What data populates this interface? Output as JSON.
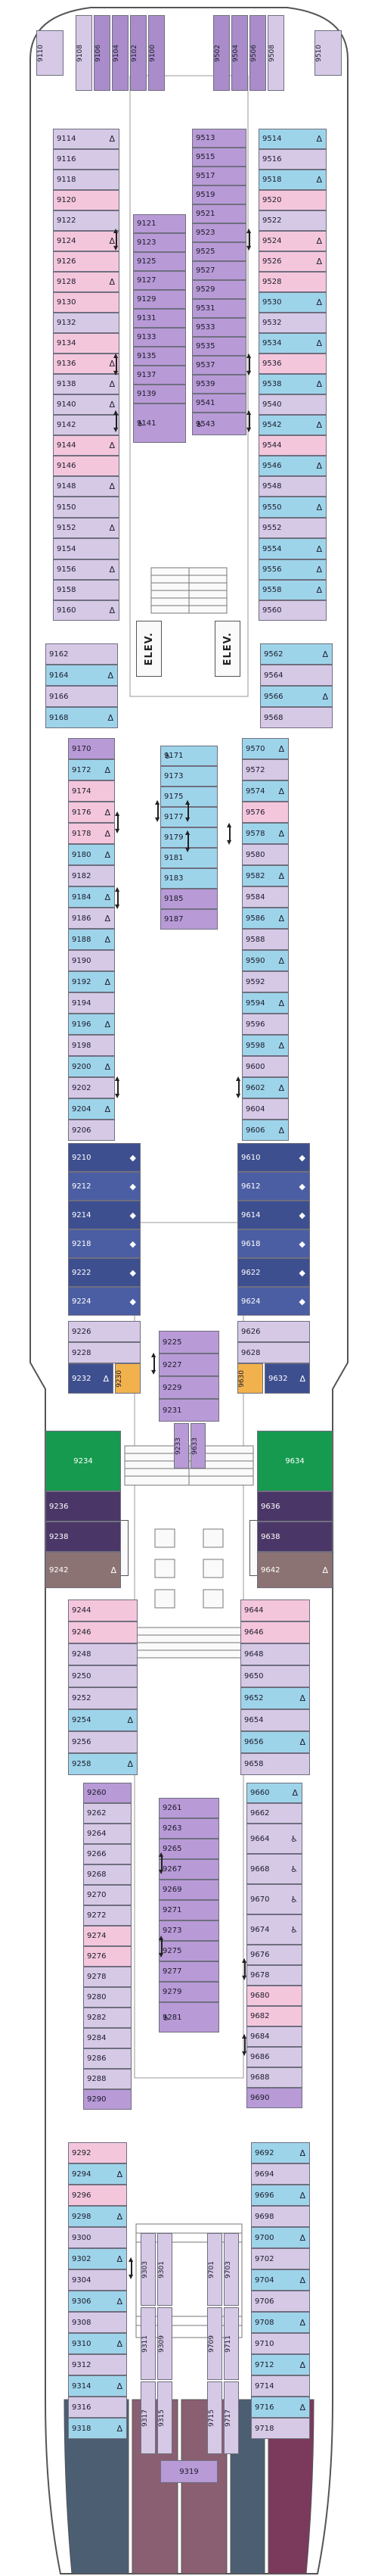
{
  "map_title": "",
  "legend": [],
  "colors": {
    "deck_bg": "#ffffff",
    "hull_outline": "#555555",
    "corridor": "#ffffff",
    "pink": "#f4c6dc",
    "lavender": "#d6c9e6",
    "purple": "#b89ad6",
    "mauve": "#a98cc9",
    "blue": "#9ed4ea",
    "light_blue": "#bfe1f1",
    "suite_navy": "#3e4f8f",
    "suite_royal": "#4c5ea3",
    "suite_plum": "#4b3767",
    "suite_taupe": "#8c7373",
    "suite_green": "#169a4f",
    "orange": "#f1b24e",
    "aft_slate": "#4b5e72",
    "aft_rose": "#8a5f72",
    "aft_wine": "#7b3a5b"
  },
  "icons": {
    "accessible": "♿",
    "cabin_type_mark": "Δ",
    "suite_mark": "◆",
    "connecting": "connecting-arrow-icon",
    "elevator": "ELEV."
  },
  "labels": {
    "elevator": "ELEV."
  },
  "cabins": [
    {
      "n": "9110"
    },
    {
      "n": "9108"
    },
    {
      "n": "9106"
    },
    {
      "n": "9104"
    },
    {
      "n": "9102"
    },
    {
      "n": "9100"
    },
    {
      "n": "9502"
    },
    {
      "n": "9504"
    },
    {
      "n": "9506"
    },
    {
      "n": "9508"
    },
    {
      "n": "9510"
    },
    {
      "n": "9114"
    },
    {
      "n": "9116"
    },
    {
      "n": "9118"
    },
    {
      "n": "9120"
    },
    {
      "n": "9122"
    },
    {
      "n": "9124"
    },
    {
      "n": "9126"
    },
    {
      "n": "9128"
    },
    {
      "n": "9130"
    },
    {
      "n": "9132"
    },
    {
      "n": "9134"
    },
    {
      "n": "9136"
    },
    {
      "n": "9138"
    },
    {
      "n": "9140"
    },
    {
      "n": "9142"
    },
    {
      "n": "9144"
    },
    {
      "n": "9146"
    },
    {
      "n": "9148"
    },
    {
      "n": "9150"
    },
    {
      "n": "9152"
    },
    {
      "n": "9154"
    },
    {
      "n": "9156"
    },
    {
      "n": "9158"
    },
    {
      "n": "9160"
    },
    {
      "n": "9514"
    },
    {
      "n": "9516"
    },
    {
      "n": "9518"
    },
    {
      "n": "9520"
    },
    {
      "n": "9522"
    },
    {
      "n": "9524"
    },
    {
      "n": "9526"
    },
    {
      "n": "9528"
    },
    {
      "n": "9530"
    },
    {
      "n": "9532"
    },
    {
      "n": "9534"
    },
    {
      "n": "9536"
    },
    {
      "n": "9538"
    },
    {
      "n": "9540"
    },
    {
      "n": "9542"
    },
    {
      "n": "9544"
    },
    {
      "n": "9546"
    },
    {
      "n": "9548"
    },
    {
      "n": "9550"
    },
    {
      "n": "9552"
    },
    {
      "n": "9554"
    },
    {
      "n": "9556"
    },
    {
      "n": "9558"
    },
    {
      "n": "9560"
    },
    {
      "n": "9121"
    },
    {
      "n": "9123"
    },
    {
      "n": "9125"
    },
    {
      "n": "9127"
    },
    {
      "n": "9129"
    },
    {
      "n": "9131"
    },
    {
      "n": "9133"
    },
    {
      "n": "9135"
    },
    {
      "n": "9137"
    },
    {
      "n": "9139"
    },
    {
      "n": "9141"
    },
    {
      "n": "9513"
    },
    {
      "n": "9515"
    },
    {
      "n": "9517"
    },
    {
      "n": "9519"
    },
    {
      "n": "9521"
    },
    {
      "n": "9523"
    },
    {
      "n": "9525"
    },
    {
      "n": "9527"
    },
    {
      "n": "9529"
    },
    {
      "n": "9531"
    },
    {
      "n": "9533"
    },
    {
      "n": "9535"
    },
    {
      "n": "9537"
    },
    {
      "n": "9539"
    },
    {
      "n": "9541"
    },
    {
      "n": "9543"
    },
    {
      "n": "9162"
    },
    {
      "n": "9164"
    },
    {
      "n": "9166"
    },
    {
      "n": "9168"
    },
    {
      "n": "9562"
    },
    {
      "n": "9564"
    },
    {
      "n": "9566"
    },
    {
      "n": "9568"
    },
    {
      "n": "9170"
    },
    {
      "n": "9172"
    },
    {
      "n": "9174"
    },
    {
      "n": "9176"
    },
    {
      "n": "9178"
    },
    {
      "n": "9180"
    },
    {
      "n": "9182"
    },
    {
      "n": "9184"
    },
    {
      "n": "9186"
    },
    {
      "n": "9188"
    },
    {
      "n": "9190"
    },
    {
      "n": "9192"
    },
    {
      "n": "9194"
    },
    {
      "n": "9196"
    },
    {
      "n": "9198"
    },
    {
      "n": "9200"
    },
    {
      "n": "9202"
    },
    {
      "n": "9204"
    },
    {
      "n": "9206"
    },
    {
      "n": "9570"
    },
    {
      "n": "9572"
    },
    {
      "n": "9574"
    },
    {
      "n": "9576"
    },
    {
      "n": "9578"
    },
    {
      "n": "9580"
    },
    {
      "n": "9582"
    },
    {
      "n": "9584"
    },
    {
      "n": "9586"
    },
    {
      "n": "9588"
    },
    {
      "n": "9590"
    },
    {
      "n": "9592"
    },
    {
      "n": "9594"
    },
    {
      "n": "9596"
    },
    {
      "n": "9598"
    },
    {
      "n": "9600"
    },
    {
      "n": "9602"
    },
    {
      "n": "9604"
    },
    {
      "n": "9606"
    },
    {
      "n": "9171"
    },
    {
      "n": "9173"
    },
    {
      "n": "9175"
    },
    {
      "n": "9177"
    },
    {
      "n": "9179"
    },
    {
      "n": "9181"
    },
    {
      "n": "9183"
    },
    {
      "n": "9185"
    },
    {
      "n": "9187"
    },
    {
      "n": "9210"
    },
    {
      "n": "9212"
    },
    {
      "n": "9214"
    },
    {
      "n": "9218"
    },
    {
      "n": "9222"
    },
    {
      "n": "9224"
    },
    {
      "n": "9610"
    },
    {
      "n": "9612"
    },
    {
      "n": "9614"
    },
    {
      "n": "9618"
    },
    {
      "n": "9622"
    },
    {
      "n": "9624"
    },
    {
      "n": "9226"
    },
    {
      "n": "9228"
    },
    {
      "n": "9232"
    },
    {
      "n": "9626"
    },
    {
      "n": "9628"
    },
    {
      "n": "9632"
    },
    {
      "n": "9225"
    },
    {
      "n": "9227"
    },
    {
      "n": "9229"
    },
    {
      "n": "9231"
    },
    {
      "n": "9230"
    },
    {
      "n": "9630"
    },
    {
      "n": "9233"
    },
    {
      "n": "9633"
    },
    {
      "n": "9234"
    },
    {
      "n": "9236"
    },
    {
      "n": "9238"
    },
    {
      "n": "9242"
    },
    {
      "n": "9634"
    },
    {
      "n": "9636"
    },
    {
      "n": "9638"
    },
    {
      "n": "9642"
    },
    {
      "n": "9244"
    },
    {
      "n": "9246"
    },
    {
      "n": "9248"
    },
    {
      "n": "9250"
    },
    {
      "n": "9252"
    },
    {
      "n": "9254"
    },
    {
      "n": "9256"
    },
    {
      "n": "9258"
    },
    {
      "n": "9644"
    },
    {
      "n": "9646"
    },
    {
      "n": "9648"
    },
    {
      "n": "9650"
    },
    {
      "n": "9652"
    },
    {
      "n": "9654"
    },
    {
      "n": "9656"
    },
    {
      "n": "9658"
    },
    {
      "n": "9260"
    },
    {
      "n": "9262"
    },
    {
      "n": "9264"
    },
    {
      "n": "9266"
    },
    {
      "n": "9268"
    },
    {
      "n": "9270"
    },
    {
      "n": "9272"
    },
    {
      "n": "9274"
    },
    {
      "n": "9276"
    },
    {
      "n": "9278"
    },
    {
      "n": "9280"
    },
    {
      "n": "9282"
    },
    {
      "n": "9284"
    },
    {
      "n": "9286"
    },
    {
      "n": "9288"
    },
    {
      "n": "9290"
    },
    {
      "n": "9660"
    },
    {
      "n": "9662"
    },
    {
      "n": "9664"
    },
    {
      "n": "9668"
    },
    {
      "n": "9670"
    },
    {
      "n": "9674"
    },
    {
      "n": "9676"
    },
    {
      "n": "9678"
    },
    {
      "n": "9680"
    },
    {
      "n": "9682"
    },
    {
      "n": "9684"
    },
    {
      "n": "9686"
    },
    {
      "n": "9688"
    },
    {
      "n": "9690"
    },
    {
      "n": "9261"
    },
    {
      "n": "9263"
    },
    {
      "n": "9265"
    },
    {
      "n": "9267"
    },
    {
      "n": "9269"
    },
    {
      "n": "9271"
    },
    {
      "n": "9273"
    },
    {
      "n": "9275"
    },
    {
      "n": "9277"
    },
    {
      "n": "9279"
    },
    {
      "n": "9281"
    },
    {
      "n": "9292"
    },
    {
      "n": "9294"
    },
    {
      "n": "9296"
    },
    {
      "n": "9298"
    },
    {
      "n": "9300"
    },
    {
      "n": "9302"
    },
    {
      "n": "9304"
    },
    {
      "n": "9306"
    },
    {
      "n": "9308"
    },
    {
      "n": "9310"
    },
    {
      "n": "9312"
    },
    {
      "n": "9314"
    },
    {
      "n": "9316"
    },
    {
      "n": "9318"
    },
    {
      "n": "9692"
    },
    {
      "n": "9694"
    },
    {
      "n": "9696"
    },
    {
      "n": "9698"
    },
    {
      "n": "9700"
    },
    {
      "n": "9702"
    },
    {
      "n": "9704"
    },
    {
      "n": "9706"
    },
    {
      "n": "9708"
    },
    {
      "n": "9710"
    },
    {
      "n": "9712"
    },
    {
      "n": "9714"
    },
    {
      "n": "9716"
    },
    {
      "n": "9718"
    },
    {
      "n": "9303"
    },
    {
      "n": "9301"
    },
    {
      "n": "9701"
    },
    {
      "n": "9703"
    },
    {
      "n": "9311"
    },
    {
      "n": "9309"
    },
    {
      "n": "9709"
    },
    {
      "n": "9711"
    },
    {
      "n": "9317"
    },
    {
      "n": "9315"
    },
    {
      "n": "9715"
    },
    {
      "n": "9717"
    },
    {
      "n": "9319"
    }
  ]
}
